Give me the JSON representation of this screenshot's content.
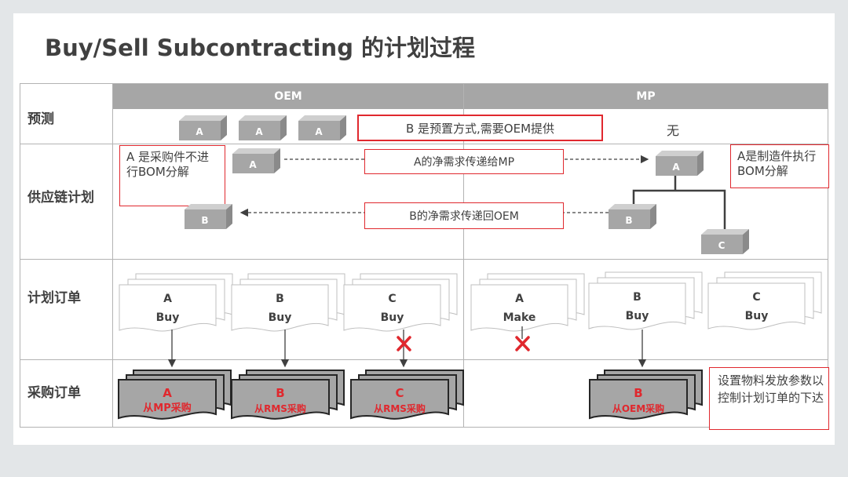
{
  "title": "Buy/Sell Subcontracting 的计划过程",
  "columns": {
    "left": "OEM",
    "right": "MP"
  },
  "rows": {
    "forecast": "预测",
    "supply": "供应链计划",
    "plan": "计划订单",
    "purchase": "采购订单"
  },
  "forecast": {
    "cubes": [
      "A",
      "A",
      "A"
    ],
    "b_note": "B 是预置方式,需要OEM提供",
    "mp_none": "无"
  },
  "supply": {
    "note_left": "A 是采购件不进行BOM分解",
    "note_right": "A是制造件执行BOM分解",
    "arrow_a": "A的净需求传递给MP",
    "arrow_b": "B的净需求传递回OEM",
    "cube_a_oem": "A",
    "cube_b_oem": "B",
    "cube_a_mp": "A",
    "cube_b_mp": "B",
    "cube_c_mp": "C"
  },
  "plan_orders": [
    {
      "item": "A",
      "action": "Buy"
    },
    {
      "item": "B",
      "action": "Buy"
    },
    {
      "item": "C",
      "action": "Buy"
    },
    {
      "item": "A",
      "action": "Make"
    },
    {
      "item": "B",
      "action": "Buy"
    },
    {
      "item": "C",
      "action": "Buy"
    }
  ],
  "purchase_orders": [
    {
      "item": "A",
      "source": "从MP采购"
    },
    {
      "item": "B",
      "source": "从RMS采购"
    },
    {
      "item": "C",
      "source": "从RMS采购"
    },
    {
      "item": "B",
      "source": "从OEM采购"
    }
  ],
  "param_note": "设置物料发放参数以控制计划订单的下达",
  "colors": {
    "accent_red": "#e0282e",
    "header_gray": "#a6a6a6",
    "cube_gray": "#a6a6a6",
    "text": "#404040"
  }
}
